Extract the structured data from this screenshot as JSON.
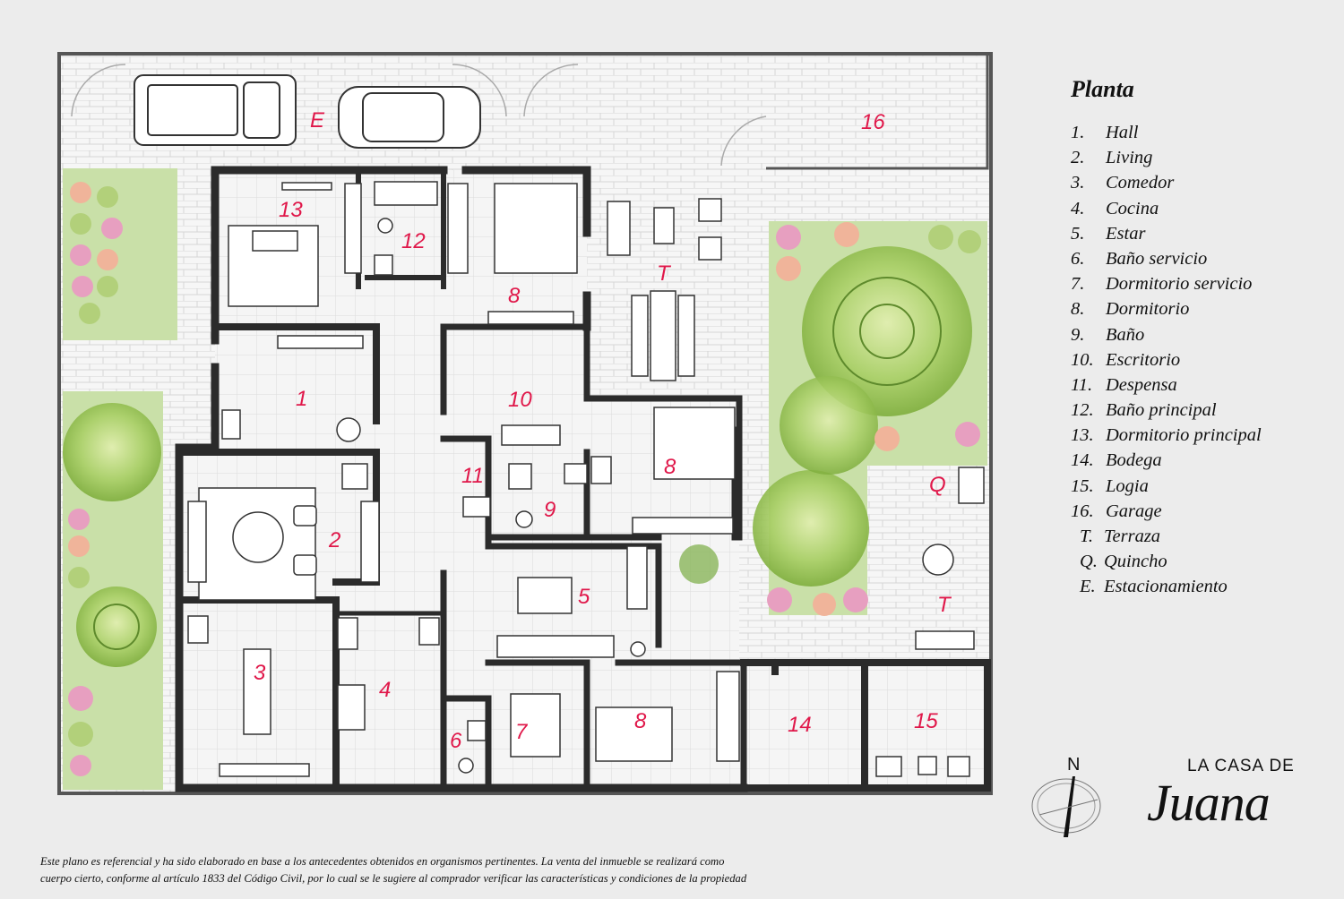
{
  "legend": {
    "title": "Planta",
    "items": [
      {
        "num": "1.",
        "name": "Hall"
      },
      {
        "num": "2.",
        "name": "Living"
      },
      {
        "num": "3.",
        "name": "Comedor"
      },
      {
        "num": "4.",
        "name": "Cocina"
      },
      {
        "num": "5.",
        "name": "Estar"
      },
      {
        "num": "6.",
        "name": "Baño servicio"
      },
      {
        "num": "7.",
        "name": "Dormitorio servicio"
      },
      {
        "num": "8.",
        "name": "Dormitorio"
      },
      {
        "num": "9.",
        "name": "Baño"
      },
      {
        "num": "10.",
        "name": "Escritorio"
      },
      {
        "num": "11.",
        "name": "Despensa"
      },
      {
        "num": "12.",
        "name": "Baño principal"
      },
      {
        "num": "13.",
        "name": "Dormitorio principal"
      },
      {
        "num": "14.",
        "name": "Bodega"
      },
      {
        "num": "15.",
        "name": "Logia"
      },
      {
        "num": "16.",
        "name": "Garage"
      },
      {
        "num": "T.",
        "name": "Terraza"
      },
      {
        "num": "Q.",
        "name": "Quincho"
      },
      {
        "num": "E.",
        "name": "Estacionamiento"
      }
    ]
  },
  "room_labels": {
    "hall": "1",
    "living": "2",
    "comedor": "3",
    "cocina": "4",
    "estar": "5",
    "bano_servicio": "6",
    "dormitorio_servicio": "7",
    "dormitorio_a": "8",
    "dormitorio_b": "8",
    "dormitorio_c": "8",
    "bano": "9",
    "escritorio": "10",
    "despensa": "11",
    "bano_principal": "12",
    "dormitorio_principal": "13",
    "bodega": "14",
    "logia": "15",
    "garage": "16",
    "terraza_a": "T",
    "terraza_b": "T",
    "quincho": "Q",
    "estacionamiento": "E"
  },
  "compass": {
    "north_label": "N"
  },
  "brand": {
    "line1": "LA CASA DE",
    "line2": "Juana"
  },
  "disclaimer": {
    "line1": "Este plano es referencial y ha sido elaborado en base a los antecedentes obtenidos en organismos pertinentes.  La venta del inmueble se realizará como",
    "line2": "cuerpo cierto, conforme al artículo 1833 del Código Civil, por lo cual se le sugiere al comprador verificar las características y condiciones de la propiedad"
  },
  "colors": {
    "background": "#ececec",
    "floor": "#f7f7f7",
    "wall": "#2b2b2b",
    "lawn": "#c9e0a8",
    "label": "#e0184a"
  }
}
